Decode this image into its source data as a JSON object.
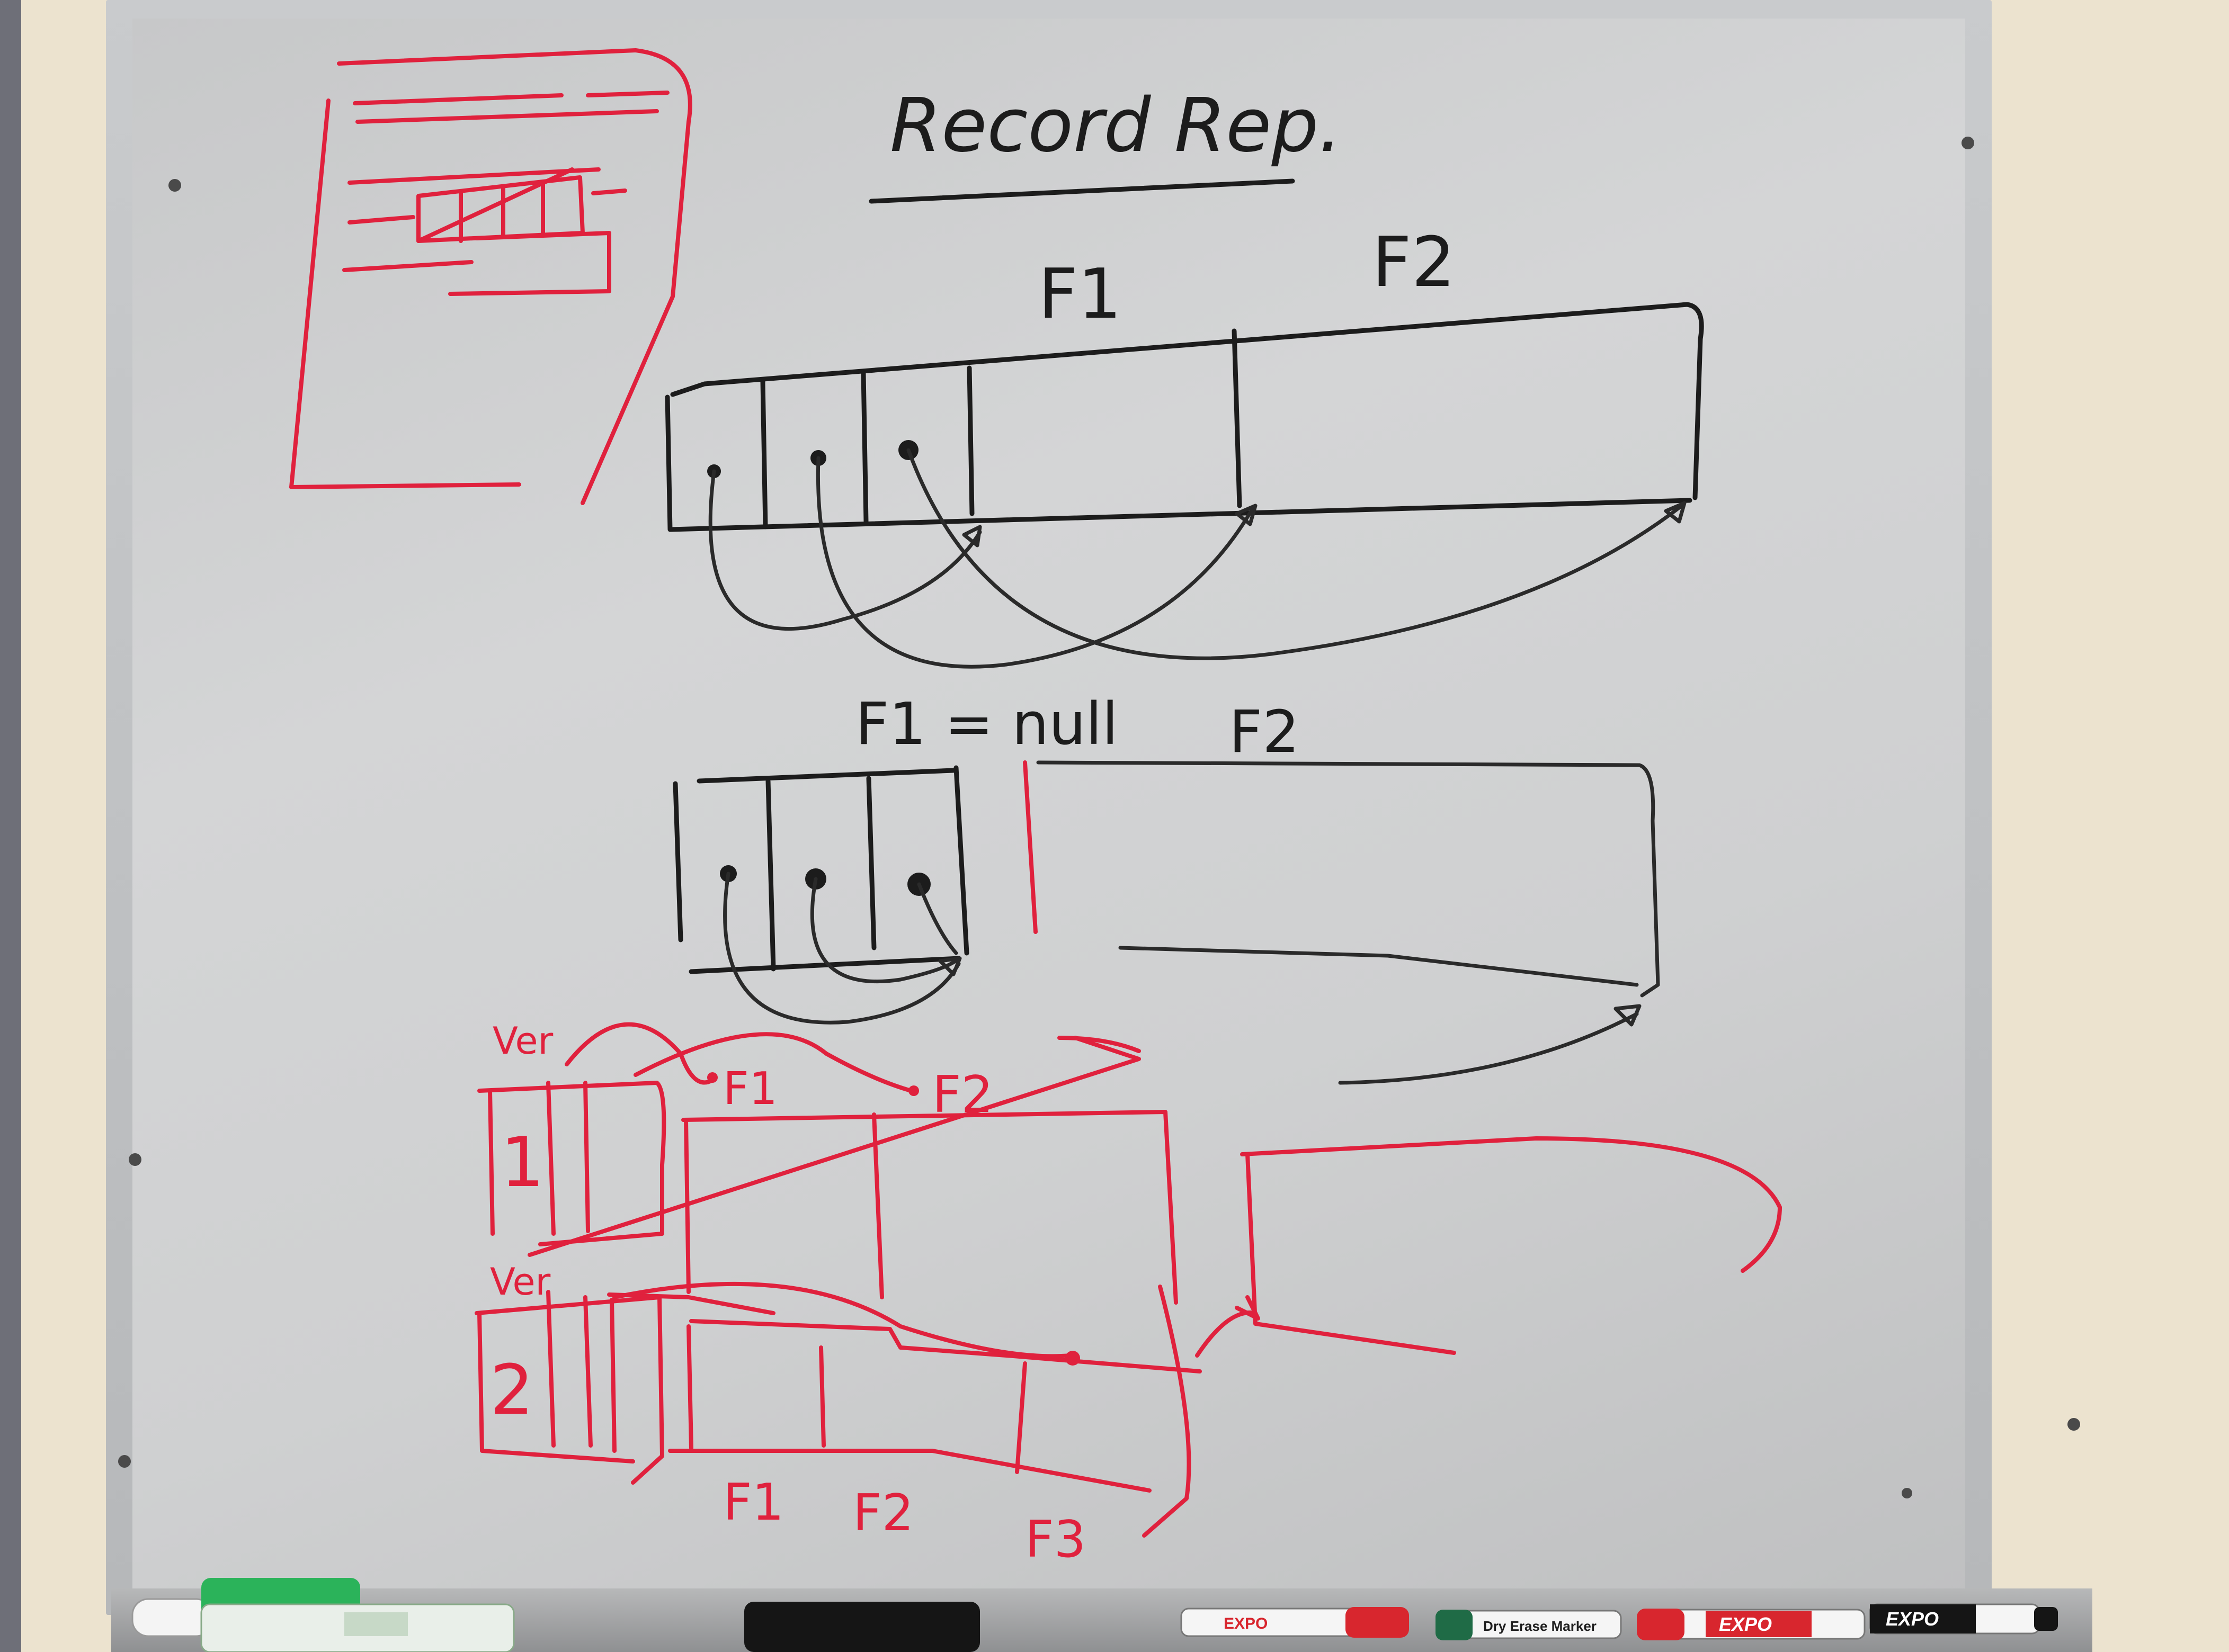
{
  "board": {
    "title": "Record Rep.",
    "diagram1": {
      "label_f1": "F1",
      "label_f2": "F2"
    },
    "diagram2": {
      "label_f1": "F1 = null",
      "label_f2": "F2"
    },
    "red_diagram_top": {
      "ver_label": "Ver",
      "version_number": "1",
      "label_f1": "F1",
      "label_f2": "F2"
    },
    "red_diagram_bottom": {
      "ver_label": "Ver",
      "version_number": "2",
      "label_f1": "F1",
      "label_f2": "F2",
      "label_f3": "F3"
    }
  },
  "tray": {
    "markers": [
      {
        "brand": "EXPO",
        "color": "#d8262e"
      },
      {
        "brand": "Dry Erase Marker",
        "color": "#1f6b46"
      },
      {
        "brand": "EXPO",
        "color": "#d8262e"
      },
      {
        "brand": "EXPO",
        "color": "#151515"
      }
    ]
  },
  "colors": {
    "ink_black": "#1c1c1c",
    "ink_red": "#e0213d",
    "spray_bottle": "#2bb35a",
    "eraser": "#151515"
  }
}
